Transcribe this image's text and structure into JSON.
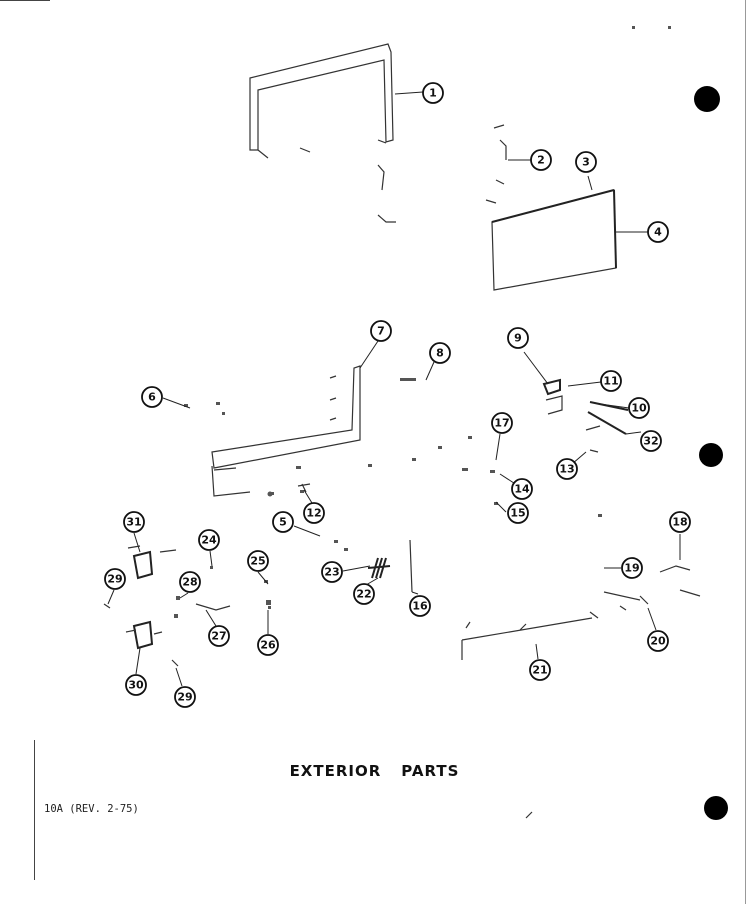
{
  "caption": {
    "word1": "EXTERIOR",
    "word2": "PARTS"
  },
  "form_code": "10A (REV. 2-75)",
  "callouts": [
    "1",
    "2",
    "3",
    "4",
    "5",
    "6",
    "7",
    "8",
    "9",
    "10",
    "11",
    "12",
    "13",
    "14",
    "15",
    "16",
    "17",
    "18",
    "19",
    "20",
    "21",
    "22",
    "23",
    "24",
    "25",
    "26",
    "27",
    "28",
    "29",
    "29",
    "30",
    "31",
    "32"
  ],
  "colors": {
    "ink": "#111111",
    "paper": "#ffffff",
    "punch_hole": "#000000"
  }
}
